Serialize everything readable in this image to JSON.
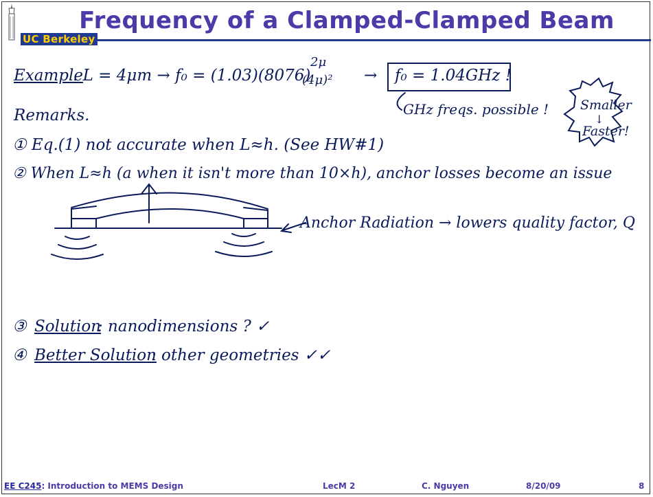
{
  "slide": {
    "title": "Frequency of a Clamped-Clamped Beam",
    "logo_text": "UC Berkeley",
    "page_number": "8"
  },
  "footer": {
    "course_code": "EE C245",
    "course_rest": ": Introduction to MEMS Design",
    "lecture": "LecM 2",
    "author": "C. Nguyen",
    "date": "8/20/09"
  },
  "notes": {
    "example_label": "Example",
    "example_eq": ". L = 4μm → f₀ = (1.03)(8076)",
    "fraction_num": "2μ",
    "fraction_den": "(4μ)²",
    "boxed_result": "f₀ = 1.04GHz !",
    "ghz_note": "GHz freqs. possible !",
    "burst_line1": "Smaller",
    "burst_line2": "↓",
    "burst_line3": "Faster!",
    "remarks": "Remarks.",
    "item1": "① Eq.(1) not accurate when L≈h. (See HW#1)",
    "item2": "② When L≈h (a when it isn't more than 10×h), anchor losses become an issue",
    "anchor_note": "Anchor Radiation → lowers quality factor, Q",
    "item3_num": "③",
    "item3_label": "Solution",
    "item3_rest": ": nanodimensions ? ✓",
    "item4_num": "④",
    "item4_label": "Better Solution",
    "item4_rest": ": other geometries ✓✓"
  },
  "colors": {
    "title": "#4a3ba8",
    "ink": "#0a1a5a",
    "logo_bg": "#1f3a93",
    "logo_text": "#ffcc00"
  }
}
